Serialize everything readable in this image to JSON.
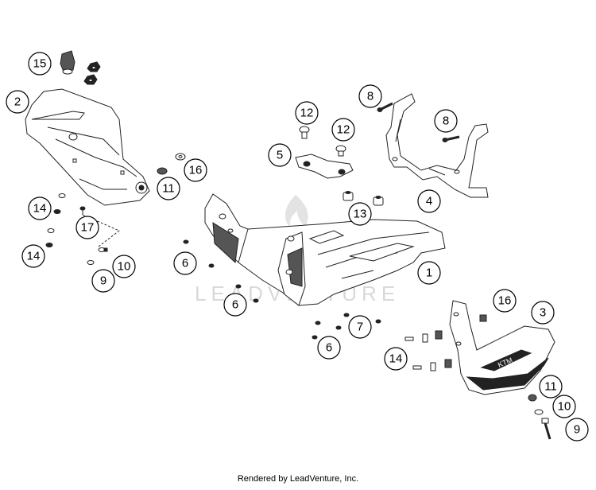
{
  "watermark": "LEADVENTURE",
  "footer": "Rendered by LeadVenture, Inc.",
  "callouts": [
    {
      "label": "15"
    },
    {
      "label": "2"
    },
    {
      "label": "16"
    },
    {
      "label": "11"
    },
    {
      "label": "14"
    },
    {
      "label": "17"
    },
    {
      "label": "14"
    },
    {
      "label": "9"
    },
    {
      "label": "10"
    },
    {
      "label": "12"
    },
    {
      "label": "12"
    },
    {
      "label": "5"
    },
    {
      "label": "8"
    },
    {
      "label": "8"
    },
    {
      "label": "4"
    },
    {
      "label": "13"
    },
    {
      "label": "1"
    },
    {
      "label": "6"
    },
    {
      "label": "6"
    },
    {
      "label": "6"
    },
    {
      "label": "7"
    },
    {
      "label": "14"
    },
    {
      "label": "16"
    },
    {
      "label": "3"
    },
    {
      "label": "11"
    },
    {
      "label": "10"
    },
    {
      "label": "9"
    }
  ]
}
